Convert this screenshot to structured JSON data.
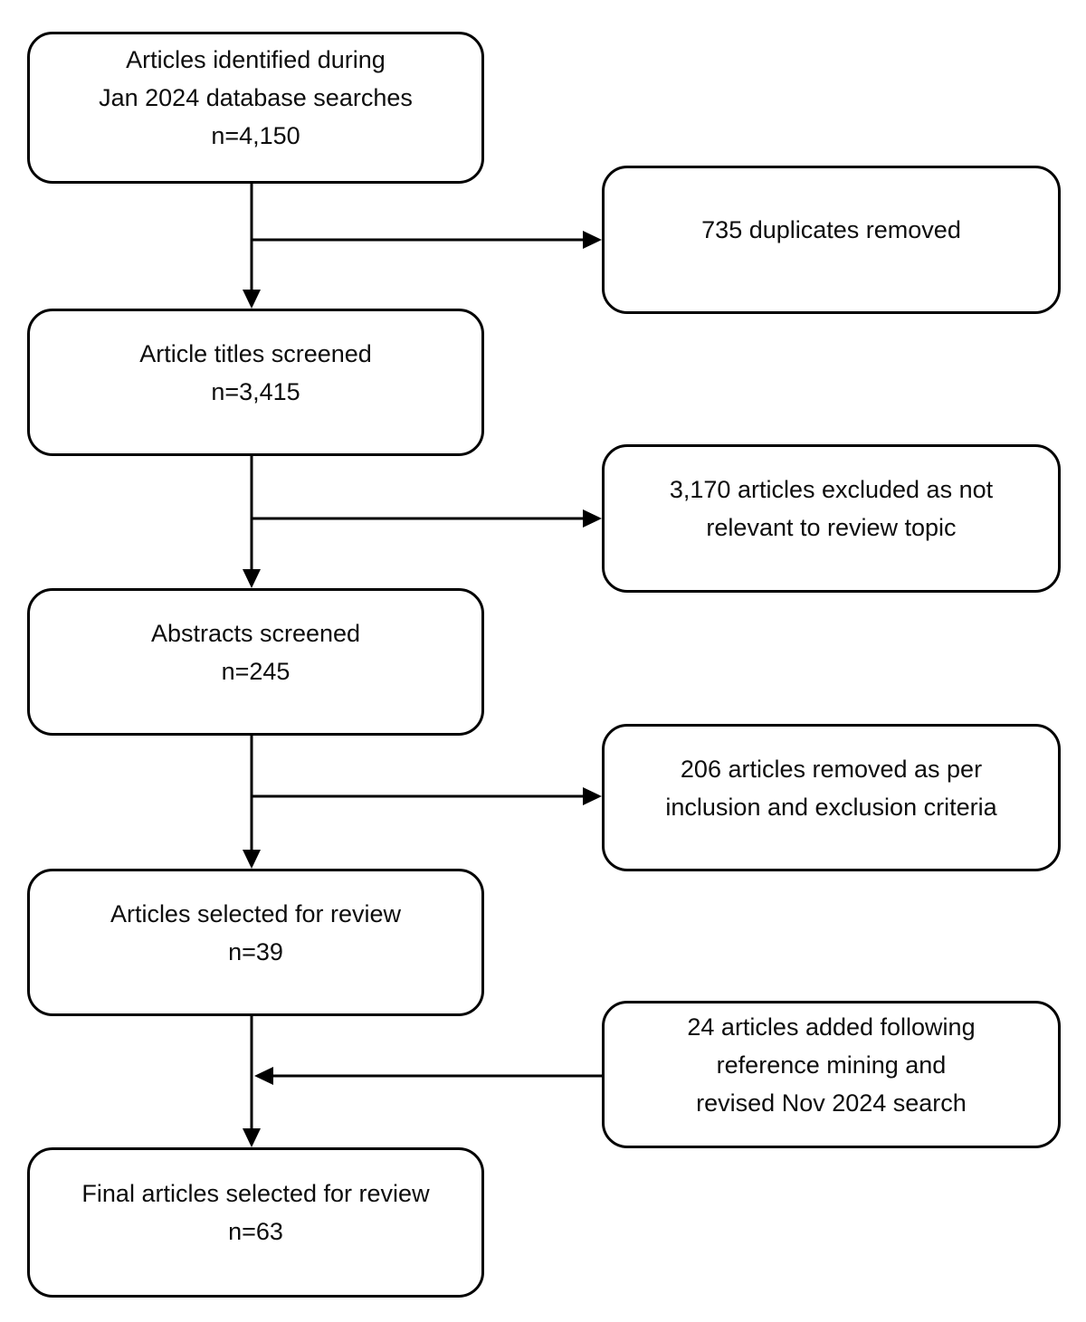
{
  "diagram": {
    "type": "flowchart",
    "background_color": "#ffffff",
    "stroke_color": "#000000",
    "text_color": "#0d0d0d",
    "main_flow_boxes": [
      {
        "id": "articles-identified",
        "lines": {
          "l0": "Articles identified during",
          "l1": "Jan 2024 database searches",
          "l2": "n=4,150"
        },
        "count": 4150
      },
      {
        "id": "titles-screened",
        "lines": {
          "l0": "Article titles screened",
          "l1": "n=3,415"
        },
        "count": 3415
      },
      {
        "id": "abstracts-screened",
        "lines": {
          "l0": "Abstracts screened",
          "l1": "n=245"
        },
        "count": 245
      },
      {
        "id": "articles-selected",
        "lines": {
          "l0": "Articles selected for review",
          "l1": "n=39"
        },
        "count": 39
      },
      {
        "id": "final-articles-selected",
        "lines": {
          "l0": "Final articles selected for review",
          "l1": "n=63"
        },
        "count": 63
      }
    ],
    "side_boxes": [
      {
        "id": "duplicates-removed",
        "lines": {
          "l0": "735 duplicates removed"
        },
        "count": 735,
        "arrow_direction": "from-main-flow"
      },
      {
        "id": "excluded-not-relevant",
        "lines": {
          "l0": "3,170 articles excluded as not",
          "l1": "relevant to review topic"
        },
        "count": 3170,
        "arrow_direction": "from-main-flow"
      },
      {
        "id": "removed-per-criteria",
        "lines": {
          "l0": "206 articles removed as per",
          "l1": "inclusion and exclusion criteria"
        },
        "count": 206,
        "arrow_direction": "from-main-flow"
      },
      {
        "id": "added-reference-mining",
        "lines": {
          "l0": "24 articles added following",
          "l1": "reference mining and",
          "l2": "revised Nov 2024 search"
        },
        "count": 24,
        "arrow_direction": "into-main-flow"
      }
    ]
  }
}
